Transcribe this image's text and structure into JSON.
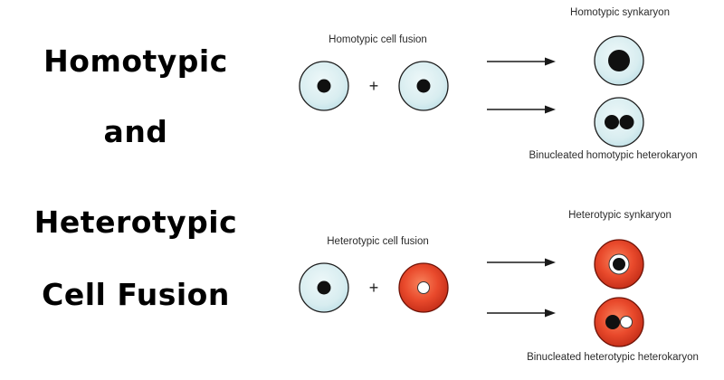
{
  "title": {
    "lines": [
      "Homotypic",
      "and",
      "Heterotypic",
      "Cell Fusion"
    ]
  },
  "homotypic_section": {
    "fusion_label": "Homotypic cell fusion",
    "plus_sign": "+",
    "synkaryon_label": "Homotypic synkaryon",
    "binucleated_label": "Binucleated homotypic heterokaryon"
  },
  "heterotypic_section": {
    "fusion_label": "Heterotypic cell fusion",
    "plus_sign": "+",
    "synkaryon_label": "Heterotypic synkaryon",
    "binucleated_label": "Binucleated heterotypic heterokaryon"
  },
  "colors": {
    "blue_cell_center": "#eef8f9",
    "blue_cell_mid": "#d8edf0",
    "blue_cell_edge": "#bfe0e7",
    "red_cell_center": "#f8835c",
    "red_cell_mid": "#e94a2c",
    "red_cell_edge": "#c22c17",
    "cell_outline": "#1c1c1c",
    "red_cell_outline": "#6e1206",
    "nucleus": "#101010",
    "white_nucleus": "#ffffff",
    "white_nucleus_outline": "#3a3a3a",
    "arrow": "#1a1a1a"
  }
}
